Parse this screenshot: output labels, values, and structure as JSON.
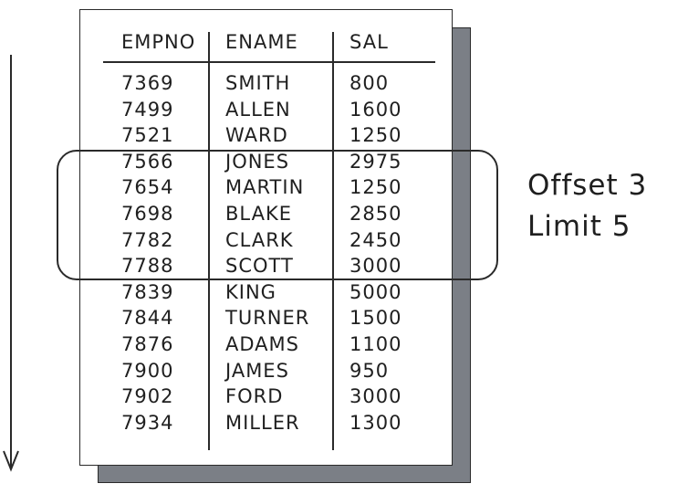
{
  "table": {
    "columns": [
      "EMPNO",
      "ENAME",
      "SAL"
    ],
    "rows": [
      [
        "7369",
        "SMITH",
        "800"
      ],
      [
        "7499",
        "ALLEN",
        "1600"
      ],
      [
        "7521",
        "WARD",
        "1250"
      ],
      [
        "7566",
        "JONES",
        "2975"
      ],
      [
        "7654",
        "MARTIN",
        "1250"
      ],
      [
        "7698",
        "BLAKE",
        "2850"
      ],
      [
        "7782",
        "CLARK",
        "2450"
      ],
      [
        "7788",
        "SCOTT",
        "3000"
      ],
      [
        "7839",
        "KING",
        "5000"
      ],
      [
        "7844",
        "TURNER",
        "1500"
      ],
      [
        "7876",
        "ADAMS",
        "1100"
      ],
      [
        "7900",
        "JAMES",
        "950"
      ],
      [
        "7902",
        "FORD",
        "3000"
      ],
      [
        "7934",
        "MILLER",
        "1300"
      ]
    ]
  },
  "annotation": {
    "offset_label": "Offset 3",
    "limit_label": "Limit 5"
  },
  "highlight": {
    "offset": 3,
    "limit": 5
  },
  "colors": {
    "ink": "#2a2a2a",
    "shadow": "#7b7f86",
    "paper": "#ffffff"
  }
}
